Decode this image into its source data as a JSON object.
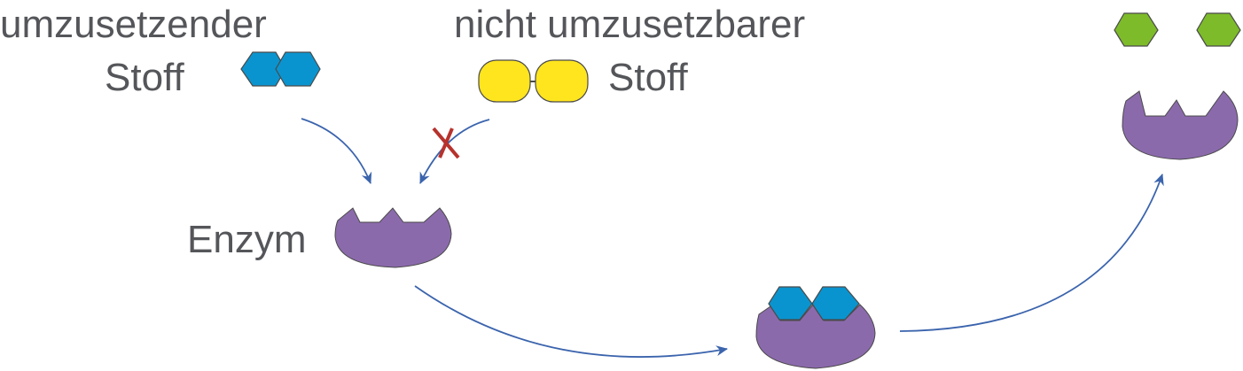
{
  "labels": {
    "substrate_line1": "umzusetzender",
    "substrate_line2": "Stoff",
    "non_substrate_line1": "nicht umzusetzbarer",
    "non_substrate_line2": "Stoff",
    "enzyme": "Enzym"
  },
  "colors": {
    "text": "#55565a",
    "substrate": "#0a94cf",
    "non_substrate": "#ffe51e",
    "enzyme": "#8b6aac",
    "product": "#7dbb2a",
    "arrow": "#3b64ad",
    "blocked_mark": "#b7322c",
    "outline": "#4a4a4a"
  },
  "icons": {
    "substrate": "blue-double-hexagon-icon",
    "non_substrate": "yellow-double-pill-icon",
    "enzyme": "purple-enzyme-icon",
    "product": "green-hexagon-icon",
    "blocked": "red-x-icon"
  }
}
